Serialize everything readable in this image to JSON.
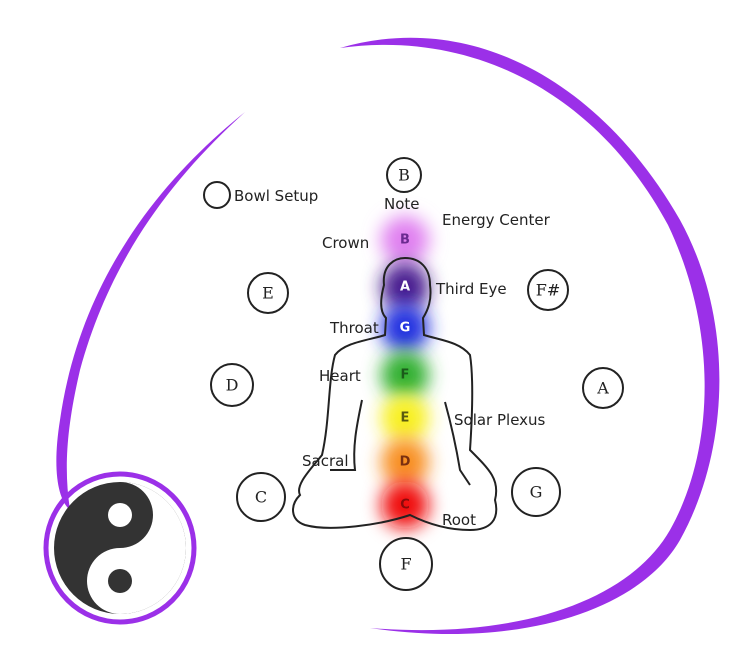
{
  "legend": {
    "bowl_setup": "Bowl Setup",
    "note": "Note",
    "energy_center": "Energy Center"
  },
  "bowls": [
    {
      "note": "B",
      "position": "top"
    },
    {
      "note": "E",
      "position": "upper-left"
    },
    {
      "note": "F#",
      "position": "upper-right"
    },
    {
      "note": "D",
      "position": "left"
    },
    {
      "note": "A",
      "position": "right"
    },
    {
      "note": "C",
      "position": "lower-left"
    },
    {
      "note": "G",
      "position": "lower-right"
    },
    {
      "note": "F",
      "position": "bottom"
    }
  ],
  "chakras": [
    {
      "name": "Crown",
      "note": "B",
      "color": "#e080f0",
      "text_color": "#6a2a90"
    },
    {
      "name": "Third Eye",
      "note": "A",
      "color": "#4a1a90",
      "text_color": "#ffffff"
    },
    {
      "name": "Throat",
      "note": "G",
      "color": "#2030e0",
      "text_color": "#ffffff"
    },
    {
      "name": "Heart",
      "note": "F",
      "color": "#30b030",
      "text_color": "#1a5a1a"
    },
    {
      "name": "Solar Plexus",
      "note": "E",
      "color": "#f8f020",
      "text_color": "#5a5a10"
    },
    {
      "name": "Sacral",
      "note": "D",
      "color": "#f89020",
      "text_color": "#7a3010"
    },
    {
      "name": "Root",
      "note": "C",
      "color": "#f01010",
      "text_color": "#8a0a0a"
    }
  ],
  "colors": {
    "accent": "#9b30e8",
    "yin": "#333333",
    "yang": "#ffffff"
  }
}
